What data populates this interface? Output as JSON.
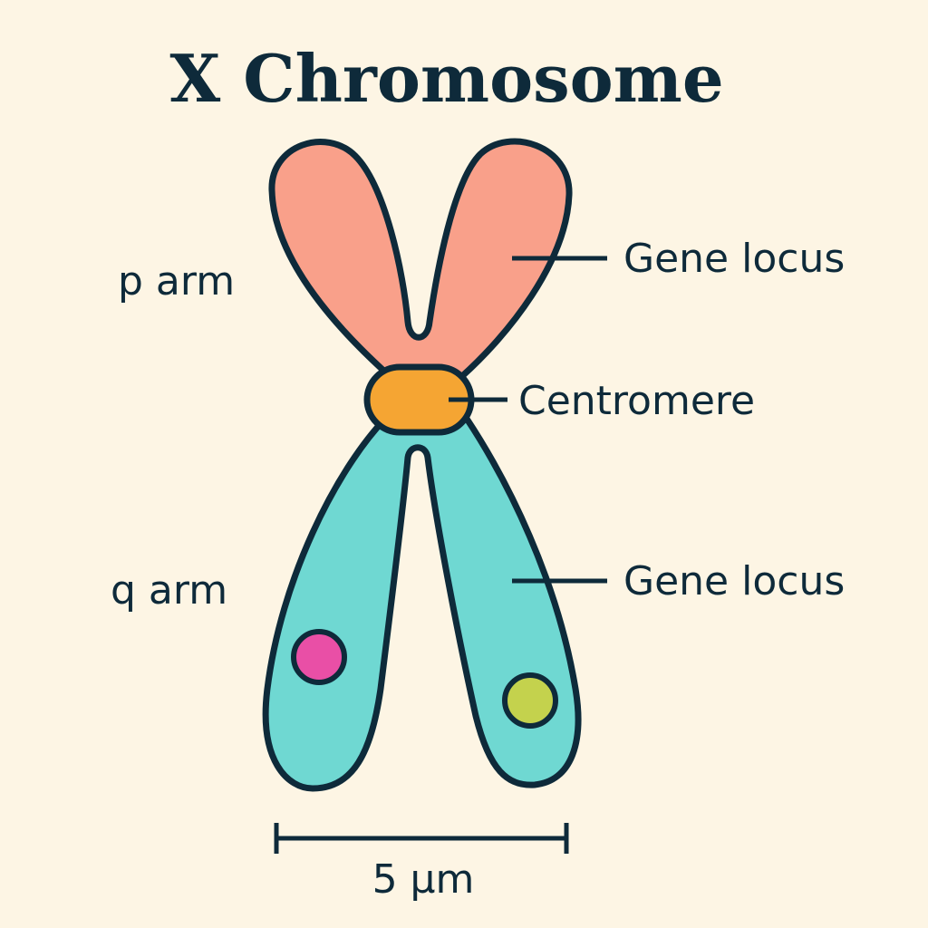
{
  "title": "X Chromosome",
  "labels": {
    "p_arm": "p arm",
    "q_arm": "q arm",
    "gene_locus_top": "Gene locus",
    "centromere": "Centromere",
    "gene_locus_bottom": "Gene locus"
  },
  "scale_bar": {
    "label": "5 μm"
  },
  "colors": {
    "background": "#fdf5e4",
    "outline": "#0e2a3a",
    "p_arm": "#f9a08a",
    "q_arm": "#6fd8d2",
    "centromere": "#f5a533",
    "marker_pink": "#e94fa6",
    "marker_lime": "#c4d24d"
  }
}
